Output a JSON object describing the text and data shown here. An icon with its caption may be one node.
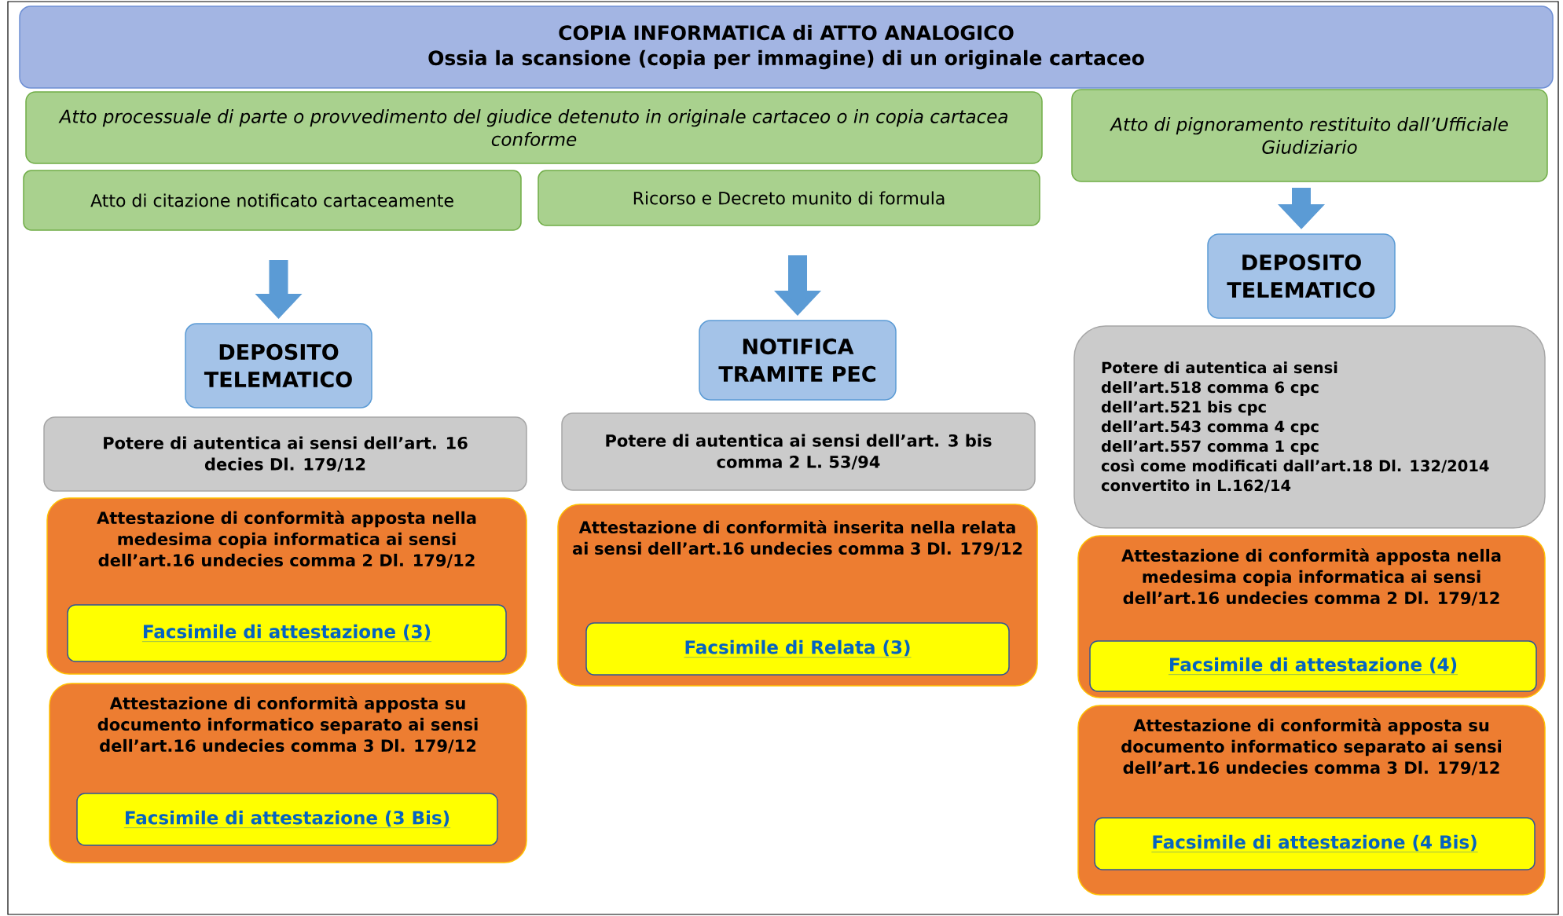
{
  "diagram": {
    "nodes": [
      {
        "text": [
          "COPIA INFORMATICA di ATTO ANALOGICO",
          "Ossia la scansione (copia per immagine) di un originale cartaceo"
        ]
      },
      {
        "text": [
          "Atto processuale di parte o provvedimento del giudice detenuto in originale cartaceo o in copia cartacea conforme"
        ]
      },
      {
        "text": [
          "Atto di pignoramento restituito dall’Ufficiale Giudiziario"
        ]
      },
      {
        "text": [
          "Atto di citazione notificato cartaceamente"
        ]
      },
      {
        "text": [
          "Ricorso e Decreto munito di formula"
        ]
      },
      {
        "text": [
          "DEPOSITO TELEMATICO"
        ]
      },
      {
        "text": [
          "NOTIFICA TRAMITE PEC"
        ]
      },
      {
        "text": [
          "DEPOSITO TELEMATICO"
        ]
      },
      {
        "text": [
          "Potere di autentica ai sensi dell’art. 16 decies Dl. 179/12"
        ]
      },
      {
        "text": [
          "Potere di autentica ai sensi dell’art. 3 bis comma 2 L. 53/94"
        ]
      },
      {
        "text": [
          "Potere di autentica ai sensi",
          "dell’art.518 comma 6 cpc",
          "dell’art.521 bis cpc",
          "dell’art.543 comma 4 cpc",
          "dell’art.557 comma 1 cpc",
          "così come modificati dall’art.18 Dl. 132/2014",
          "convertito in L.162/14"
        ]
      },
      {
        "text": [
          "Attestazione di conformità apposta nella medesima copia informatica ai sensi dell’art.16 undecies comma 2 Dl. 179/12"
        ]
      },
      {
        "text": [
          "Facsimile di attestazione (3)"
        ],
        "in": 11
      },
      {
        "text": [
          "Attestazione di conformità apposta su documento informatico separato ai sensi dell’art.16 undecies comma 3 Dl. 179/12"
        ]
      },
      {
        "text": [
          "Facsimile di attestazione (3 Bis)"
        ],
        "in": 13
      },
      {
        "text": [
          "Attestazione di conformità inserita nella relata ai sensi dell’art.16 undecies comma 3 Dl. 179/12"
        ]
      },
      {
        "text": [
          "Facsimile di Relata (3)"
        ],
        "in": 15
      },
      {
        "text": [
          "Attestazione di conformità apposta nella medesima copia informatica ai sensi dell’art.16 undecies comma 2 Dl. 179/12"
        ]
      },
      {
        "text": [
          "Facsimile di attestazione (4)"
        ],
        "in": 17
      },
      {
        "text": [
          "Attestazione di conformità apposta su documento informatico separato ai sensi dell’art.16 undecies comma 3 Dl. 179/12"
        ]
      },
      {
        "text": [
          "Facsimile di attestazione (4 Bis)"
        ],
        "in": 19
      }
    ],
    "edges": [
      {
        "from": 3,
        "to": 5,
        "arrow": "to"
      },
      {
        "from": 4,
        "to": 6,
        "arrow": "to"
      },
      {
        "from": 2,
        "to": 7,
        "arrow": "to"
      }
    ]
  }
}
